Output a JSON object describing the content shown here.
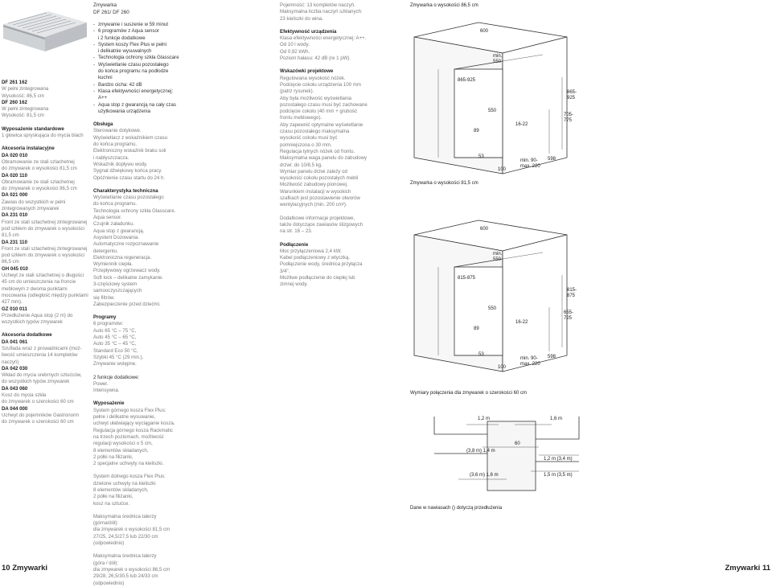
{
  "header": {
    "line1": "Zmywarka",
    "line2": "DF 261/ DF 260"
  },
  "col1": {
    "models": [
      "DF 261 162",
      "W pełni zintegrowana",
      "Wysokość: 86,5 cm",
      "DF 260 162",
      "W pełni zintegrowana",
      "Wysokość: 81,5 cm"
    ],
    "standard_title": "Wyposażenie standardowe",
    "standard_text": "1 głowica spryskująca do mycia blach",
    "install_title": "Akcesoria instalacyjne",
    "install_items": [
      {
        "code": "DA 020 010",
        "desc": "Obramowanie ze stali szlachetnej\ndo zmywarek o wysokości 81,5 cm"
      },
      {
        "code": "DA 020 110",
        "desc": "Obramowanie ze stali szlachetnej\ndo zmywarek o wysokości 86,5 cm"
      },
      {
        "code": "DA 021 000",
        "desc": "Zawias do wszystkich w pełni\nzintegrowanych zmywarek"
      },
      {
        "code": "DA 231 010",
        "desc": "Front ze stali szlachetnej zintegrowanej\npod szkłem do zmywarek o wysokości\n81,5 cm"
      },
      {
        "code": "DA 231 110",
        "desc": "Front ze stali szlachetnej zintegrowanej\npod szkłem do zmywarek o wysokości\n86,5 cm"
      },
      {
        "code": "GH 045 010",
        "desc": "Uchwyt ze stali szlachetnej o długości\n45 cm do umieszczenia na froncie\nmeblowym z dwoma punktami\nmocowania (odległość między punktami\n427 mm)."
      },
      {
        "code": "GZ 010 011",
        "desc": "Przedłużenie Aqua stop (2 m) do\nwszystkich typów zmywarek"
      }
    ],
    "extra_title": "Akcesoria dodatkowe",
    "extra_items": [
      {
        "code": "DA 041 061",
        "desc": "Szuflada wraz z prowadnicami (moż-\nliwość umieszczenia 14 kompletów\nnaczyń)"
      },
      {
        "code": "DA 042 030",
        "desc": "Wkład do mycia srebrnych sztućców,\ndo wszystkich typów zmywarek"
      },
      {
        "code": "DA 043 060",
        "desc": "Kosz do mycia szkła\ndo zmywarek o szerokości 60 cm"
      },
      {
        "code": "DA 044 000",
        "desc": "Uchwyt do pojemników Gastronorm\ndo zmywarek o szerokości 60 cm"
      }
    ]
  },
  "col2": {
    "features": [
      "zmywanie i suszenie w 59 minut",
      "6 programów z Aqua sensor\ni 2 funkcje dodatkowe",
      "System koszy Flex Plus w pełni\ni delikatnie wysuwalnych",
      "Technologia ochrony szkła Glasscare",
      "Wyświetlanie czasu pozostałego\ndo końca programu na podłodze\nkuchni",
      "Bardzo cicha: 42 dB",
      "Klasa efektywności energetycznej:\nA++",
      "Aqua stop z gwarancją na cały czas\nużytkowania urządzenia"
    ],
    "obsluga_title": "Obsługa",
    "obsluga_text": "Sterowanie dotykowe.\nWyświetlacz z wskaźnikiem czasu\ndo końca programu.\nElektroniczny wskaźnik braku soli\ni nabłyszczacza.\nWskaźnik dopływu wody.\nSygnał dźwiękowy końca pracy.\nOpóźnienie czasu startu do 24 h.",
    "tech_title": "Charakterystyka techniczna",
    "tech_text": "Wyświetlanie czasu pozostałego\ndo końca programu.\nTechnologia ochrony szkła Glasscare.\nAqua sensor.\nCzujnik załadunku.\nAqua stop z gwarancją.\nAsystent Dozowania.\nAutomatyczne rozpoznawanie\ndetergentu.\nElektroniczna regeneracja.\nWymiennik ciepła.\nPrzepływowy ogrzewacz wody.\nSoft lock – delikatne zamykanie.\n3-częściowy system samooczyszczających\nsię filtrów.\nZabezpieczenie przed dziećmi.",
    "programy_title": "Programy",
    "programy_text": "6 programów:\nAuto 65 °C – 75 °C,\nAuto 45 °C – 65 °C,\nAuto 35 °C – 45 °C,\nStandard Eco 50 °C,\nSzybki 45 °C (29 min.),\nZmywanie wstępne.",
    "funkcje_title": "2 funkcje dodatkowe:",
    "funkcje_text": "Power.\nIntensywna.",
    "wyp_title": "Wyposażenie",
    "wyp_text": "System górnego kosza Flex Plus:\npełne i delikatne wysuwanie,\nuchwyt ułatwiający wyciąganie kosza.\nRegulacja górnego kosza Rackmatic\nna trzech poziomach, możliwość\nregulacji wysokości o 5 cm,\n8 elementów składanych,\n2 półki na filiżanki,\n2 specjalne uchwyty na kieliszki.",
    "dolny_text": "System dolnego kosza Flex Plus:\ndzielone uchwyty na kieliszki\n8 elementów składanych,\n2 półki na filiżanki,\nkosz na sztućce.",
    "talerz1_text": "Maksymalna średnica talerzy\n(górna/dół):\ndla zmywarek o wysokości 81,5 cm\n27/25, 24,5/27,5 lub 22/30 cm\n(odpowiednio)",
    "talerz2_text": "Maksymalna średnica talerzy\n(góra / dół):\ndla zmywarek o wysokości 86,5 cm\n29/28, 26,5/30,5 lub 24/33 cm\n(odpowiednio)"
  },
  "col3": {
    "top_text": "Pojemność: 13 kompletów naczyń.\nMaksymalna liczba naczyń szklanych:\n23 kieliszki do wina.",
    "eff_title": "Efektywność urządzenia",
    "eff_text": "Klasa efektywności energetycznej: A++.\nOd 10 l wody.\nOd 0,92 kWh.\nPoziom hałasu: 42 dB (re 1 pW).",
    "proj_title": "Wskazówki projektowe",
    "proj_text": "Regulowana wysokość nóżek.\nPodcięcie cokołu urządzenia 100 mm\n(patrz rysunek).\nAby była możliwość wyświetlania\npozostałego czasu musi być zachowane\npodcięcie cokołu (40 mm + grubość\nfrontu meblowego).\nAby zapewnić optymalne wyświetlanie\nczasu pozostałego maksymalna\nwysokość cokołu musi być\npomniejszona o 30 mm.\nRegulacja tylnych nóżek od frontu.\nMaksymalna waga panelu do zabudowy\ndrzwi: do 10/8,5 kg.\nWymiar panelu drzwi zależy od\nwysokości cokołu pozostałych mebli\nMożliwość zabudowy pionowej.\nWarunkiem instalacji w wysokich\nszafkach jest pozostawienie otworów\nwentylacyjnych (min. 200 cm²).",
    "info_text": "Dodatkowe informacje projektowe,\ntakże dotyczące zawiasów ślizgowych\nna str. 16 – 23.",
    "podl_title": "Podłączenie",
    "podl_text": "Moc przyłączeniowa 2,4 kW.\nKabel podłączeniowy z wtyczką.\nPodłączenie wody, średnica przyłącza\n3/4\".\nMożliwe podłączenie do ciepłej lub\nzimnej wody."
  },
  "diagrams": {
    "title_86": "Zmywarka o wysokości 86,5 cm",
    "title_81": "Zmywarka o wysokości 81,5 cm",
    "title_conn": "Wymiary połączenia dla zmywarek o szerokości 60 cm",
    "note": "Dane w nawiasach () dotyczą przedłużenia",
    "d86": {
      "w600": "600",
      "min": "min.\n550",
      "h": "865-925",
      "d550": "550",
      "h2": "865-\n925",
      "r705": "705-\n775",
      "r1622": "16-22",
      "r89": "89",
      "r53": "53",
      "r100": "100",
      "r90": "min. 90-\nmax. 220",
      "r598": "598"
    },
    "d81": {
      "w600": "600",
      "min": "min.\n550",
      "h": "815-875",
      "d550": "550",
      "h2": "815-\n875",
      "r705": "655-\n725",
      "r1622": "16-22",
      "r89": "89",
      "r53": "53",
      "r100": "100",
      "r90": "min. 90-\nmax. 220",
      "r598": "598"
    },
    "conn": {
      "a": "1,2 m",
      "b": "1,6 m",
      "c": "60",
      "d": "(3,8 m) 1,4 m",
      "e": "1,2 m (3,4 m)",
      "f": "(3,6 m) 1,6 m",
      "g": "1,5 m (3,5 m)"
    }
  },
  "footer": {
    "left": "10 Zmywarki",
    "right": "Zmywarki  11"
  }
}
